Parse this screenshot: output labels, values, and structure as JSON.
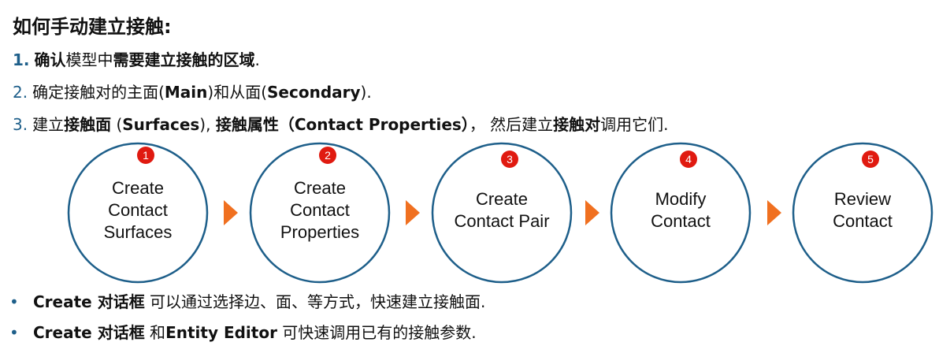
{
  "title": "如何手动建立接触:",
  "steps": [
    {
      "num": "1.",
      "parts": [
        {
          "text": "确认",
          "bold": true
        },
        {
          "text": "模型中",
          "bold": false
        },
        {
          "text": "需要建立接触的区域",
          "bold": true
        },
        {
          "text": ".",
          "bold": false
        }
      ]
    },
    {
      "num": "2.",
      "parts": [
        {
          "text": "确定接触对的主面(",
          "bold": false
        },
        {
          "text": "Main",
          "bold": true
        },
        {
          "text": ")和从面(",
          "bold": false
        },
        {
          "text": "Secondary",
          "bold": true
        },
        {
          "text": ").",
          "bold": false
        }
      ]
    },
    {
      "num": "3.",
      "parts": [
        {
          "text": "建立",
          "bold": false
        },
        {
          "text": "接触面",
          "bold": true
        },
        {
          "text": " (",
          "bold": false
        },
        {
          "text": "Surfaces",
          "bold": true
        },
        {
          "text": "), ",
          "bold": false
        },
        {
          "text": "接触属性（Contact Properties）",
          "bold": true
        },
        {
          "text": "， 然后建立",
          "bold": false
        },
        {
          "text": "接触对",
          "bold": true
        },
        {
          "text": "调用它们.",
          "bold": false
        }
      ]
    }
  ],
  "diagram": {
    "accent_color": "#f07020",
    "badge_color": "#e01a10",
    "circle_color": "#1e5f8a",
    "circles": [
      {
        "badge": "1",
        "lines": [
          "Create",
          "Contact",
          "Surfaces"
        ]
      },
      {
        "badge": "2",
        "lines": [
          "Create",
          "Contact",
          "Properties"
        ]
      },
      {
        "badge": "3",
        "lines": [
          "Create",
          "Contact Pair"
        ]
      },
      {
        "badge": "4",
        "lines": [
          "Modify",
          "Contact"
        ]
      },
      {
        "badge": "5",
        "lines": [
          "Review",
          "Contact"
        ]
      }
    ]
  },
  "bullets": [
    {
      "parts": [
        {
          "text": "Create 对话框",
          "bold": true
        },
        {
          "text": " 可以通过选择边、面、等方式，快速建立接触面.",
          "bold": false
        }
      ]
    },
    {
      "parts": [
        {
          "text": "Create 对话框",
          "bold": true
        },
        {
          "text": " 和",
          "bold": false
        },
        {
          "text": "Entity Editor",
          "bold": true
        },
        {
          "text": " 可快速调用已有的接触参数.",
          "bold": false
        }
      ]
    }
  ]
}
